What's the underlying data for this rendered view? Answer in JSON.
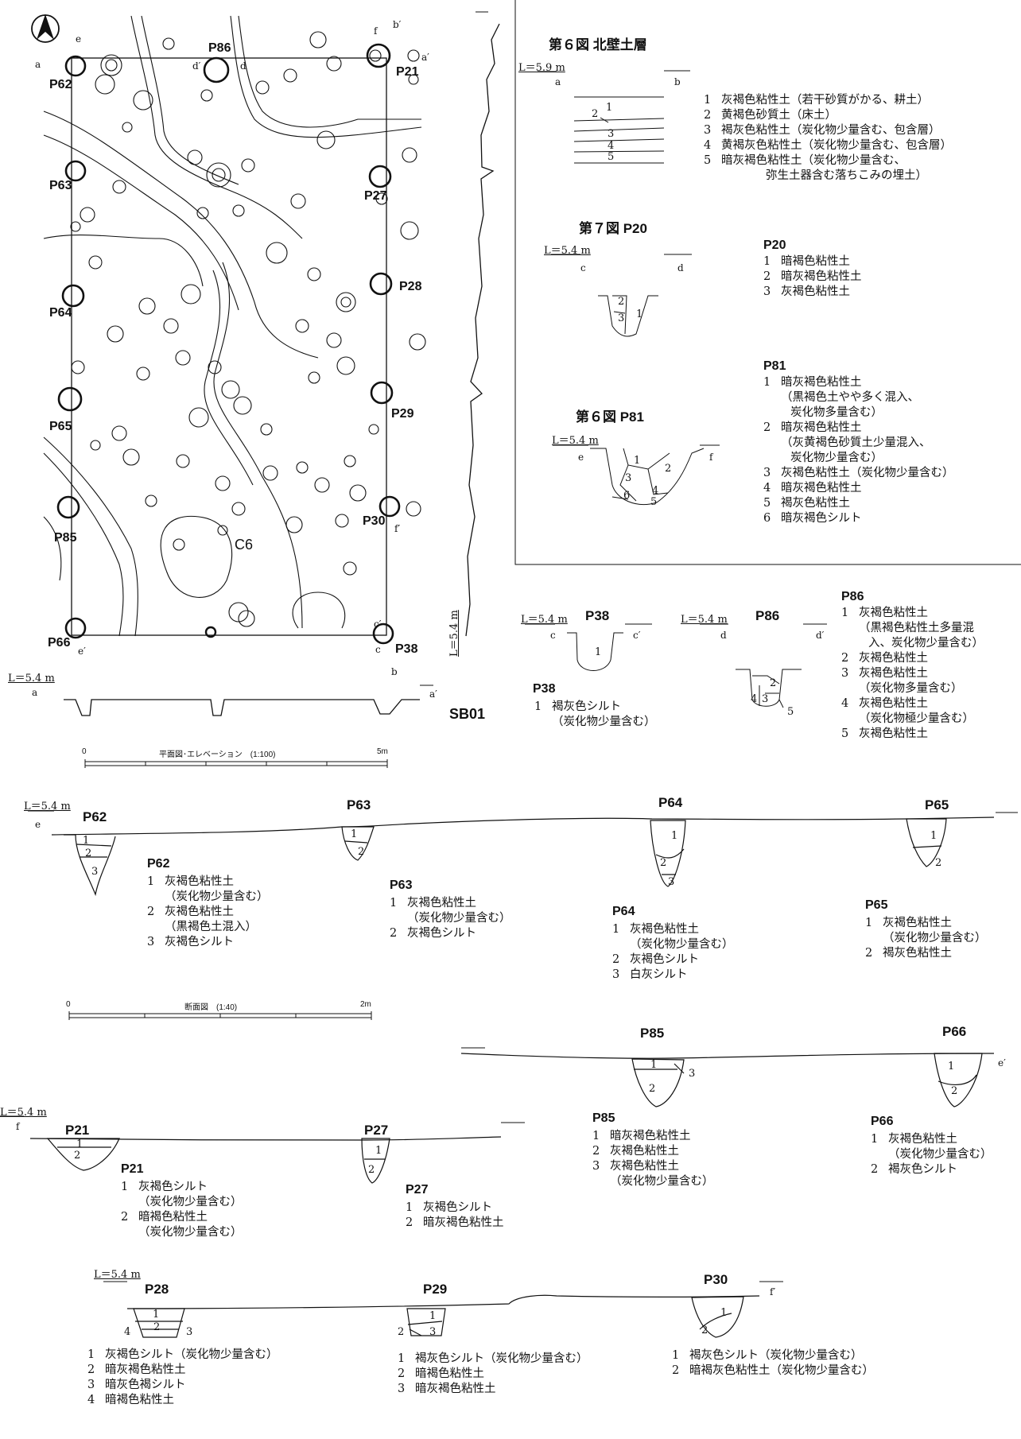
{
  "plan": {
    "pits_map": [
      "P62",
      "P86",
      "P21",
      "P63",
      "P27",
      "P28",
      "P64",
      "P65",
      "P29",
      "P85",
      "P30",
      "C6",
      "P66",
      "P38"
    ],
    "point_labels": [
      "a",
      "a′",
      "b",
      "b′",
      "c",
      "c′",
      "d",
      "d′",
      "e",
      "e′",
      "f",
      "f′"
    ],
    "sb_label": "SB01",
    "level": "L＝5.4 m",
    "vertical_level": "L＝5.4 m",
    "scale_plan": {
      "label": "平面図･エレベーション　(1:100)",
      "start": "0",
      "end": "5m"
    },
    "scale_section": {
      "label": "断面図　(1:40)",
      "start": "0",
      "end": "2m"
    }
  },
  "inset": {
    "fig6_north": {
      "title": "第６図 北壁土層",
      "level": "L＝5.9 m",
      "ends": [
        "a",
        "b"
      ],
      "layers": [
        {
          "n": "1",
          "t": "灰褐色粘性土（若干砂質がかる、耕土）"
        },
        {
          "n": "2",
          "t": "黄褐色砂質土（床土）"
        },
        {
          "n": "3",
          "t": "褐灰色粘性土（炭化物少量含む、包含層）"
        },
        {
          "n": "4",
          "t": "黄褐灰色粘性土（炭化物少量含む、包含層）"
        },
        {
          "n": "5",
          "t": "暗灰褐色粘性土（炭化物少量含む、",
          "cont": "弥生土器含む落ちこみの埋土）"
        }
      ]
    },
    "fig7_p20": {
      "title": "第７図 P20",
      "level": "L＝5.4 m",
      "ends": [
        "c",
        "d"
      ],
      "name": "P20",
      "layers": [
        {
          "n": "1",
          "t": "暗褐色粘性土"
        },
        {
          "n": "2",
          "t": "暗灰褐色粘性土"
        },
        {
          "n": "3",
          "t": "灰褐色粘性土"
        }
      ]
    },
    "fig6_p81": {
      "title": "第６図 P81",
      "level": "L＝5.4 m",
      "ends": [
        "e",
        "f"
      ],
      "name": "P81",
      "layers": [
        {
          "n": "1",
          "t": "暗灰褐色粘性土",
          "cont": [
            "（黒褐色土やや多く混入、",
            "炭化物多量含む）"
          ]
        },
        {
          "n": "2",
          "t": "暗灰褐色粘性土",
          "cont": [
            "（灰黄褐色砂質土少量混入、",
            "炭化物少量含む）"
          ]
        },
        {
          "n": "3",
          "t": "灰褐色粘性土（炭化物少量含む）"
        },
        {
          "n": "4",
          "t": "暗灰褐色粘性土"
        },
        {
          "n": "5",
          "t": "褐灰色粘性土"
        },
        {
          "n": "6",
          "t": "暗灰褐色シルト"
        }
      ]
    }
  },
  "sections": {
    "P38": {
      "name": "P38",
      "level": "L＝5.4 m",
      "ends": [
        "c",
        "c′"
      ],
      "layers": [
        {
          "n": "1",
          "t": "褐灰色シルト",
          "cont": [
            "（炭化物少量含む）"
          ]
        }
      ]
    },
    "P86": {
      "name": "P86",
      "level": "L＝5.4 m",
      "ends": [
        "d",
        "d′"
      ],
      "layers": [
        {
          "n": "1",
          "t": "灰褐色粘性土",
          "cont": [
            "（黒褐色粘性土多量混",
            "入、炭化物少量含む）"
          ]
        },
        {
          "n": "2",
          "t": "灰褐色粘性土"
        },
        {
          "n": "3",
          "t": "灰褐色粘性土",
          "cont": [
            "（炭化物多量含む）"
          ]
        },
        {
          "n": "4",
          "t": "灰褐色粘性土",
          "cont": [
            "（炭化物極少量含む）"
          ]
        },
        {
          "n": "5",
          "t": "灰褐色粘性土"
        }
      ]
    },
    "row1": {
      "level": "L＝5.4 m",
      "start": "e"
    },
    "P62": {
      "name": "P62",
      "layers": [
        {
          "n": "1",
          "t": "灰褐色粘性土",
          "cont": [
            "（炭化物少量含む）"
          ]
        },
        {
          "n": "2",
          "t": "灰褐色粘性土",
          "cont": [
            "（黒褐色土混入）"
          ]
        },
        {
          "n": "3",
          "t": "灰褐色シルト"
        }
      ]
    },
    "P63": {
      "name": "P63",
      "layers": [
        {
          "n": "1",
          "t": "灰褐色粘性土",
          "cont": [
            "（炭化物少量含む）"
          ]
        },
        {
          "n": "2",
          "t": "灰褐色シルト"
        }
      ]
    },
    "P64": {
      "name": "P64",
      "layers": [
        {
          "n": "1",
          "t": "灰褐色粘性土",
          "cont": [
            "（炭化物少量含む）"
          ]
        },
        {
          "n": "2",
          "t": "灰褐色シルト"
        },
        {
          "n": "3",
          "t": "白灰シルト"
        }
      ]
    },
    "P65": {
      "name": "P65",
      "layers": [
        {
          "n": "1",
          "t": "灰褐色粘性土",
          "cont": [
            "（炭化物少量含む）"
          ]
        },
        {
          "n": "2",
          "t": "褐灰色粘性土"
        }
      ]
    },
    "P85": {
      "name": "P85",
      "layers": [
        {
          "n": "1",
          "t": "暗灰褐色粘性土"
        },
        {
          "n": "2",
          "t": "灰褐色粘性土"
        },
        {
          "n": "3",
          "t": "灰褐色粘性土",
          "cont": [
            "（炭化物少量含む）"
          ]
        }
      ]
    },
    "P66": {
      "name": "P66",
      "end": "e′",
      "layers": [
        {
          "n": "1",
          "t": "灰褐色粘性土",
          "cont": [
            "（炭化物少量含む）"
          ]
        },
        {
          "n": "2",
          "t": "褐灰色シルト"
        }
      ]
    },
    "row3": {
      "level": "L＝5.4 m",
      "start": "f"
    },
    "P21": {
      "name": "P21",
      "layers": [
        {
          "n": "1",
          "t": "灰褐色シルト",
          "cont": [
            "（炭化物少量含む）"
          ]
        },
        {
          "n": "2",
          "t": "暗褐色粘性土",
          "cont": [
            "（炭化物少量含む）"
          ]
        }
      ]
    },
    "P27": {
      "name": "P27",
      "layers": [
        {
          "n": "1",
          "t": "灰褐色シルト"
        },
        {
          "n": "2",
          "t": "暗灰褐色粘性土"
        }
      ]
    },
    "row4": {
      "level": "L＝5.4 m",
      "end": "f′"
    },
    "P28": {
      "name": "P28",
      "layers": [
        {
          "n": "1",
          "t": "灰褐色シルト（炭化物少量含む）"
        },
        {
          "n": "2",
          "t": "暗灰褐色粘性土"
        },
        {
          "n": "3",
          "t": "暗灰色褐シルト"
        },
        {
          "n": "4",
          "t": "暗褐色粘性土"
        }
      ]
    },
    "P29": {
      "name": "P29",
      "layers": [
        {
          "n": "1",
          "t": "褐灰色シルト（炭化物少量含む）"
        },
        {
          "n": "2",
          "t": "暗褐色粘性土"
        },
        {
          "n": "3",
          "t": "暗灰褐色粘性土"
        }
      ]
    },
    "P30": {
      "name": "P30",
      "layers": [
        {
          "n": "1",
          "t": "褐灰色シルト（炭化物少量含む）"
        },
        {
          "n": "2",
          "t": "暗褐灰色粘性土（炭化物少量含む）"
        }
      ]
    }
  }
}
